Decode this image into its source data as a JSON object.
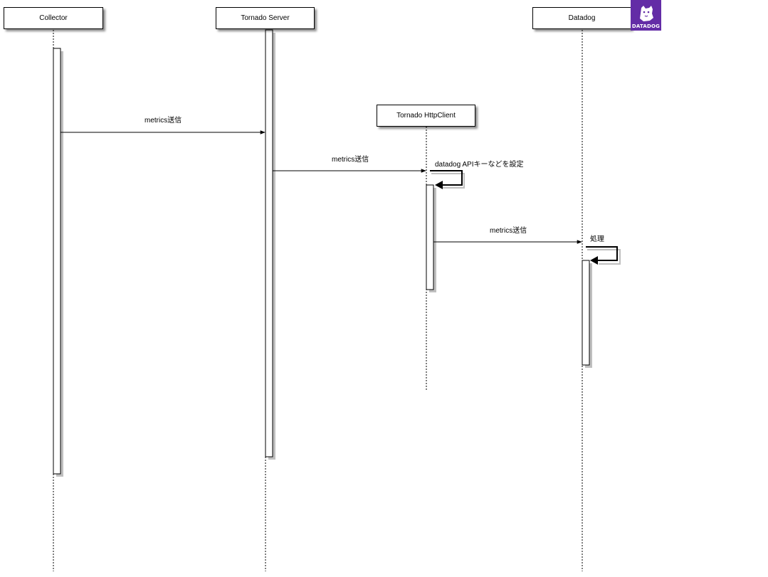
{
  "participants": {
    "collector": "Collector",
    "tornado_server": "Tornado Server",
    "http_client": "Tornado HttpClient",
    "datadog": "Datadog"
  },
  "messages": {
    "m1": "metrics送信",
    "m2": "metrics送信",
    "self1": "datadog APIキーなどを設定",
    "m3": "metrics送信",
    "self2": "処理"
  },
  "logo": {
    "text": "DATADOG",
    "color": "#632ca6"
  },
  "colors": {
    "line": "#000000",
    "shadow": "#7f7f7f"
  }
}
